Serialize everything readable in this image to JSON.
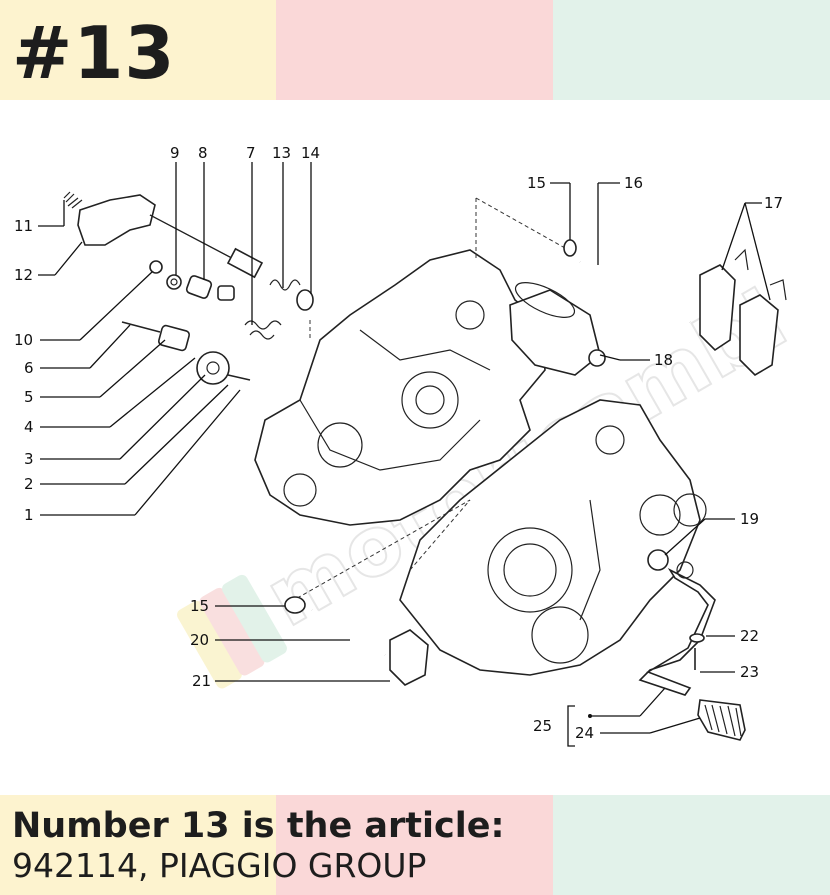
{
  "header": {
    "badge": "#13"
  },
  "caption": {
    "title": "Number 13 is the article:",
    "subtitle": "942114, PIAGGIO GROUP"
  },
  "watermark": {
    "text": "motoricambi"
  },
  "callouts": {
    "n1": "1",
    "n2": "2",
    "n3": "3",
    "n4": "4",
    "n5": "5",
    "n6": "6",
    "n7": "7",
    "n8": "8",
    "n9": "9",
    "n10": "10",
    "n11": "11",
    "n12": "12",
    "n13": "13",
    "n14": "14",
    "n15a": "15",
    "n15b": "15",
    "n16": "16",
    "n17": "17",
    "n18": "18",
    "n19": "19",
    "n20": "20",
    "n21": "21",
    "n22": "22",
    "n23": "23",
    "n24": "24",
    "n25": "25"
  },
  "colors": {
    "band_yellow": "#fdf3cf",
    "band_pink": "#fad8d8",
    "band_green": "#e2f2ea"
  }
}
